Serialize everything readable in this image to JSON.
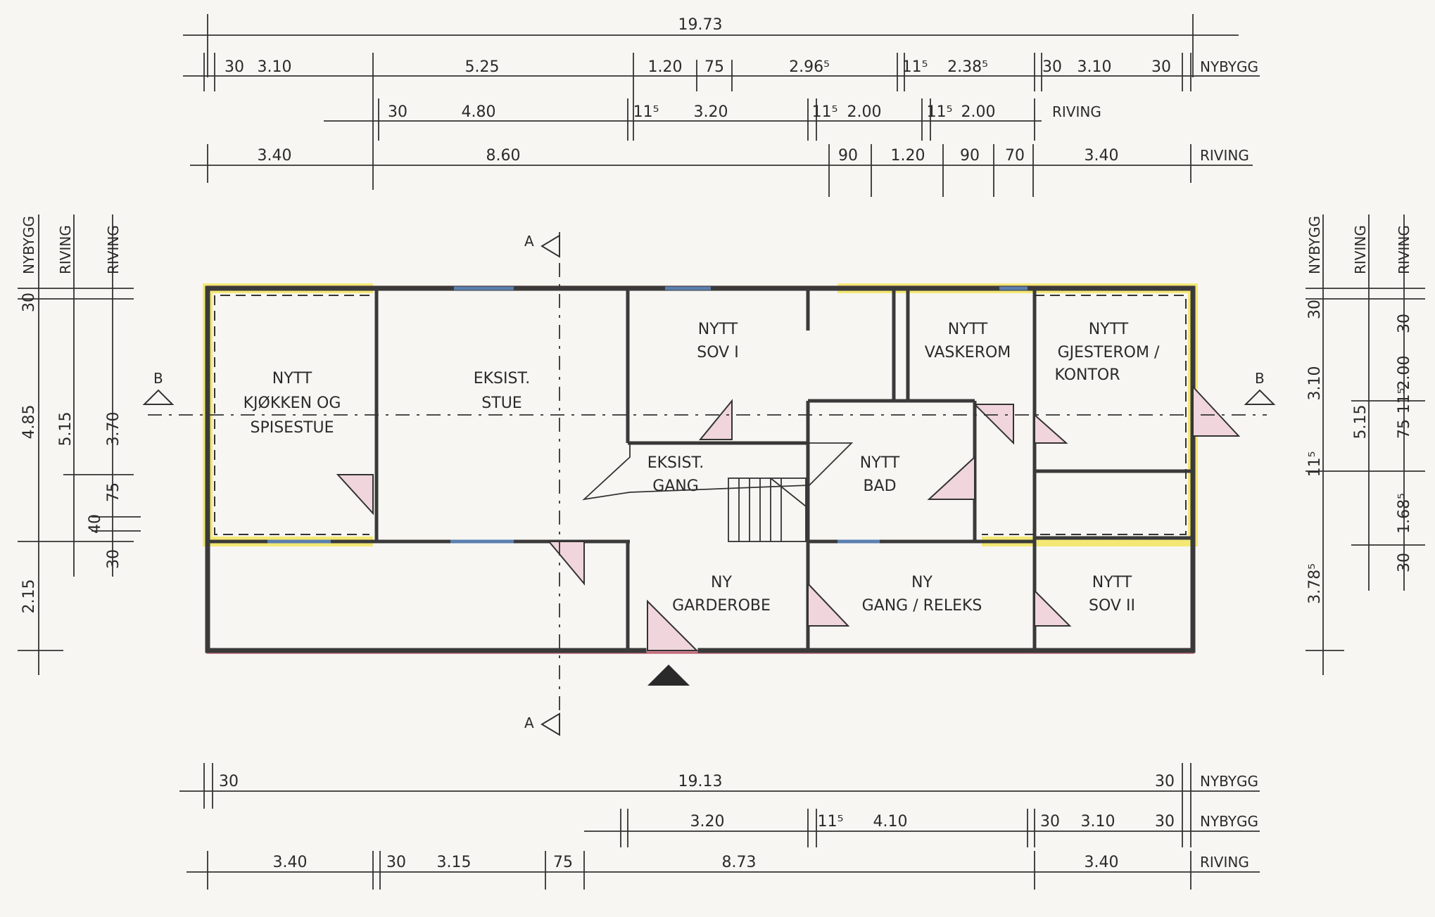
{
  "top_dims": {
    "overall": "19.73",
    "row1": [
      "30",
      "3.10",
      "5.25",
      "1.20",
      "75",
      "2.96⁵",
      "11⁵",
      "2.38⁵",
      "30",
      "3.10",
      "30"
    ],
    "row1_tag": "NYBYGG",
    "row2": [
      "30",
      "4.80",
      "11⁵",
      "3.20",
      "11⁵",
      "2.00",
      "11⁵",
      "2.00"
    ],
    "row2_tag": "RIVING",
    "row3": [
      "3.40",
      "8.60",
      "90",
      "1.20",
      "90",
      "70",
      "3.40"
    ],
    "row3_tag": "RIVING"
  },
  "bottom_dims": {
    "row1": [
      "30",
      "19.13",
      "30"
    ],
    "row1_tag": "NYBYGG",
    "row2": [
      "3.20",
      "11⁵",
      "4.10",
      "30",
      "3.10",
      "30"
    ],
    "row2_tag": "NYBYGG",
    "row3": [
      "3.40",
      "30",
      "3.15",
      "75",
      "8.73",
      "3.40"
    ],
    "row3_tag": "RIVING"
  },
  "left_dims": {
    "tags": [
      "NYBYGG",
      "RIVING",
      "RIVING"
    ],
    "values": [
      "30",
      "4.85",
      "5.15",
      "3.70",
      "75",
      "40",
      "30",
      "2.15"
    ]
  },
  "right_dims": {
    "tags": [
      "NYBYGG",
      "RIVING",
      "RIVING"
    ],
    "values": [
      "30",
      "3.10",
      "30",
      "2.00",
      "11⁵",
      "5.15",
      "75",
      "11⁵",
      "1.68⁵",
      "3.78⁵",
      "30"
    ]
  },
  "sections": {
    "a": "A",
    "b": "B"
  },
  "rooms": {
    "kitchen": [
      "NYTT",
      "KJØKKEN OG",
      "SPISESTUE"
    ],
    "stue": [
      "EKSIST.",
      "STUE"
    ],
    "sov1": [
      "NYTT",
      "SOV I"
    ],
    "vask": [
      "NYTT",
      "VASKEROM"
    ],
    "gjest": [
      "NYTT",
      "GJESTEROM /",
      "KONTOR"
    ],
    "gang": [
      "EKSIST.",
      "GANG"
    ],
    "bad": [
      "NYTT",
      "BAD"
    ],
    "garderobe": [
      "NY",
      "GARDEROBE"
    ],
    "relax": [
      "NY",
      "GANG / RELEKS"
    ],
    "sov2": [
      "NYTT",
      "SOV II"
    ]
  }
}
